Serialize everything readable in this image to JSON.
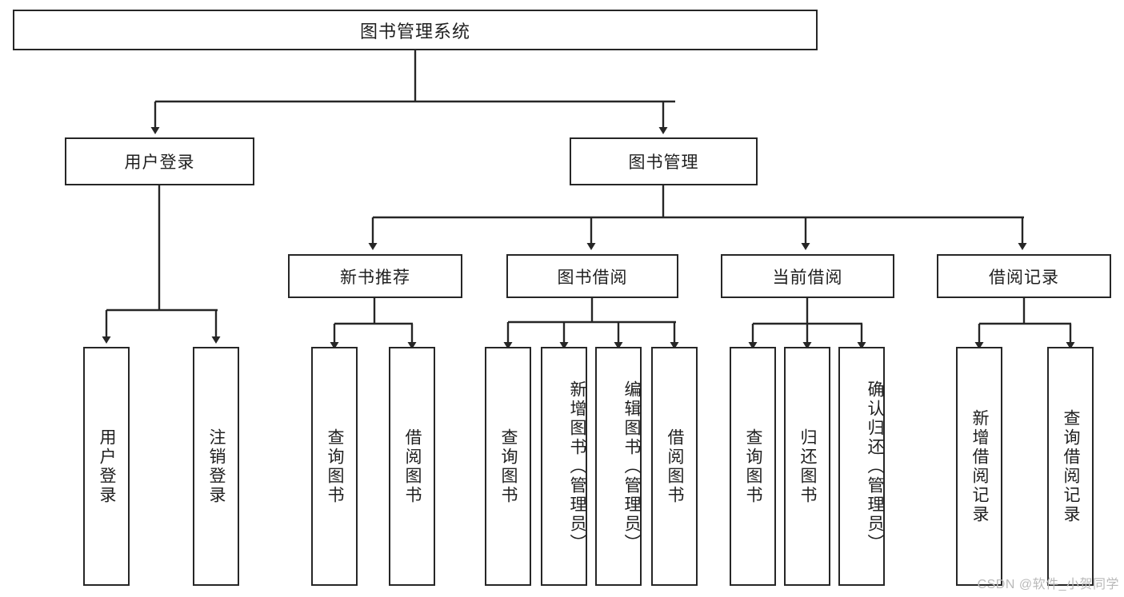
{
  "diagram": {
    "type": "tree-hierarchy",
    "title": "图书管理系统",
    "background_color": "#ffffff",
    "line_color": "#262626",
    "box_border_color": "#262626",
    "text_color": "#1f1f1f",
    "root": {
      "id": "root",
      "label": "图书管理系统"
    },
    "level2": [
      {
        "id": "user-login",
        "label": "用户登录"
      },
      {
        "id": "book-management",
        "label": "图书管理"
      }
    ],
    "level3": [
      {
        "id": "new-book-recommend",
        "label": "新书推荐"
      },
      {
        "id": "book-borrow",
        "label": "图书借阅"
      },
      {
        "id": "current-borrow",
        "label": "当前借阅"
      },
      {
        "id": "borrow-record",
        "label": "借阅记录"
      }
    ],
    "leaves": {
      "user_login": [
        {
          "id": "leaf-user-login",
          "label": "用户登录"
        },
        {
          "id": "leaf-user-logout",
          "label": "注销登录"
        }
      ],
      "new_book_recommend": [
        {
          "id": "leaf-query-book-1",
          "label": "查询图书"
        },
        {
          "id": "leaf-borrow-book-1",
          "label": "借阅图书"
        }
      ],
      "book_borrow": [
        {
          "id": "leaf-query-book-2",
          "label": "查询图书"
        },
        {
          "id": "leaf-add-book",
          "label": "新增图书（管理员）"
        },
        {
          "id": "leaf-edit-book",
          "label": "编辑图书（管理员）"
        },
        {
          "id": "leaf-borrow-book-2",
          "label": "借阅图书"
        }
      ],
      "current_borrow": [
        {
          "id": "leaf-query-book-3",
          "label": "查询图书"
        },
        {
          "id": "leaf-return-book",
          "label": "归还图书"
        },
        {
          "id": "leaf-confirm-return",
          "label": "确认归还（管理员）"
        }
      ],
      "borrow_record": [
        {
          "id": "leaf-add-record",
          "label": "新增借阅记录"
        },
        {
          "id": "leaf-query-record",
          "label": "查询借阅记录"
        }
      ]
    }
  },
  "watermark": {
    "text": "CSDN @软件_小贺同学"
  }
}
